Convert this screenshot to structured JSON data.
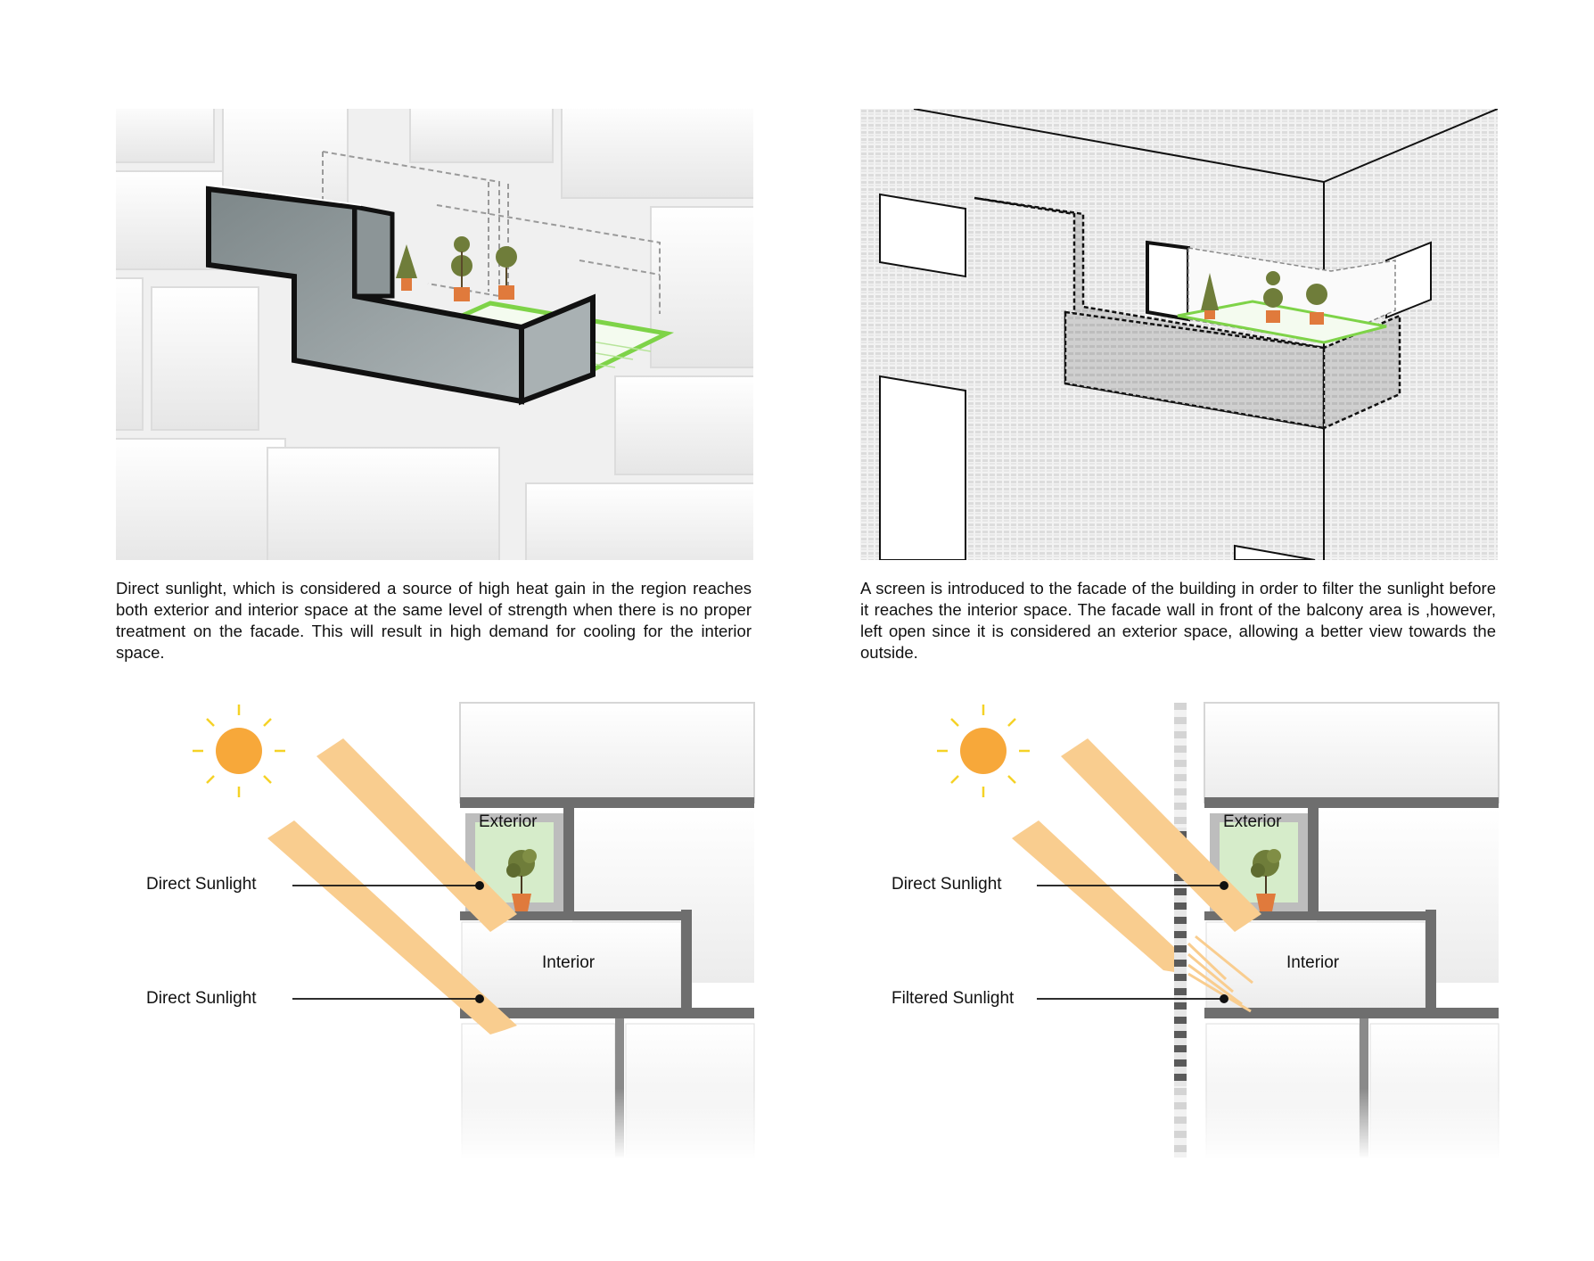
{
  "captions": {
    "left": "Direct sunlight, which is considered a source of high heat gain in the region reaches both exterior and interior space at the same level of strength when there is no proper treatment on the facade. This will result in high demand for cooling for the interior space.",
    "right": "A screen is introduced to the facade of the building in order to filter the sunlight before it reaches the interior space. The facade wall in front of the balcony area is ,however, left open since it is considered an exterior space, allowing a better view towards the outside."
  },
  "section_left": {
    "label_top": "Direct Sunlight",
    "label_bottom": "Direct Sunlight",
    "room_exterior": "Exterior",
    "room_interior": "Interior"
  },
  "section_right": {
    "label_top": "Direct Sunlight",
    "label_bottom": "Filtered Sunlight",
    "room_exterior": "Exterior",
    "room_interior": "Interior"
  },
  "colors": {
    "sun": "#f7a83a",
    "sun_rays": "#f5d226",
    "beam": "#f9cd8f",
    "wall_dark": "#707070",
    "exterior_fill": "#d6ecca",
    "glass": "#8e999c",
    "green_deck": "#7ed348",
    "pot": "#e07a3c",
    "foliage": "#6f7d3a"
  }
}
